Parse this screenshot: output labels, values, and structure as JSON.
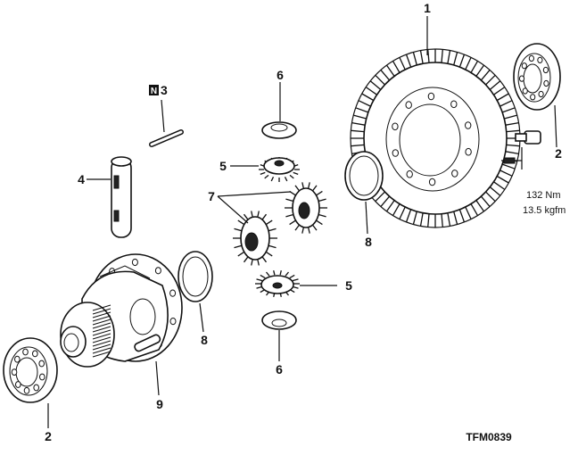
{
  "diagram": {
    "code": "TFM0839",
    "callouts": {
      "ring_gear": "1",
      "bearing_right": "2",
      "bearing_left": "2",
      "pin_new_badge": "N",
      "pin": "3",
      "shaft": "4",
      "pinion_top": "5",
      "pinion_bottom": "5",
      "washer_top": "6",
      "washer_bottom": "6",
      "side_gears": "7",
      "shim_right": "8",
      "shim_left": "8",
      "case": "9"
    },
    "torque": {
      "nm": "132 Nm",
      "kgfm": "13.5 kgfm"
    }
  }
}
